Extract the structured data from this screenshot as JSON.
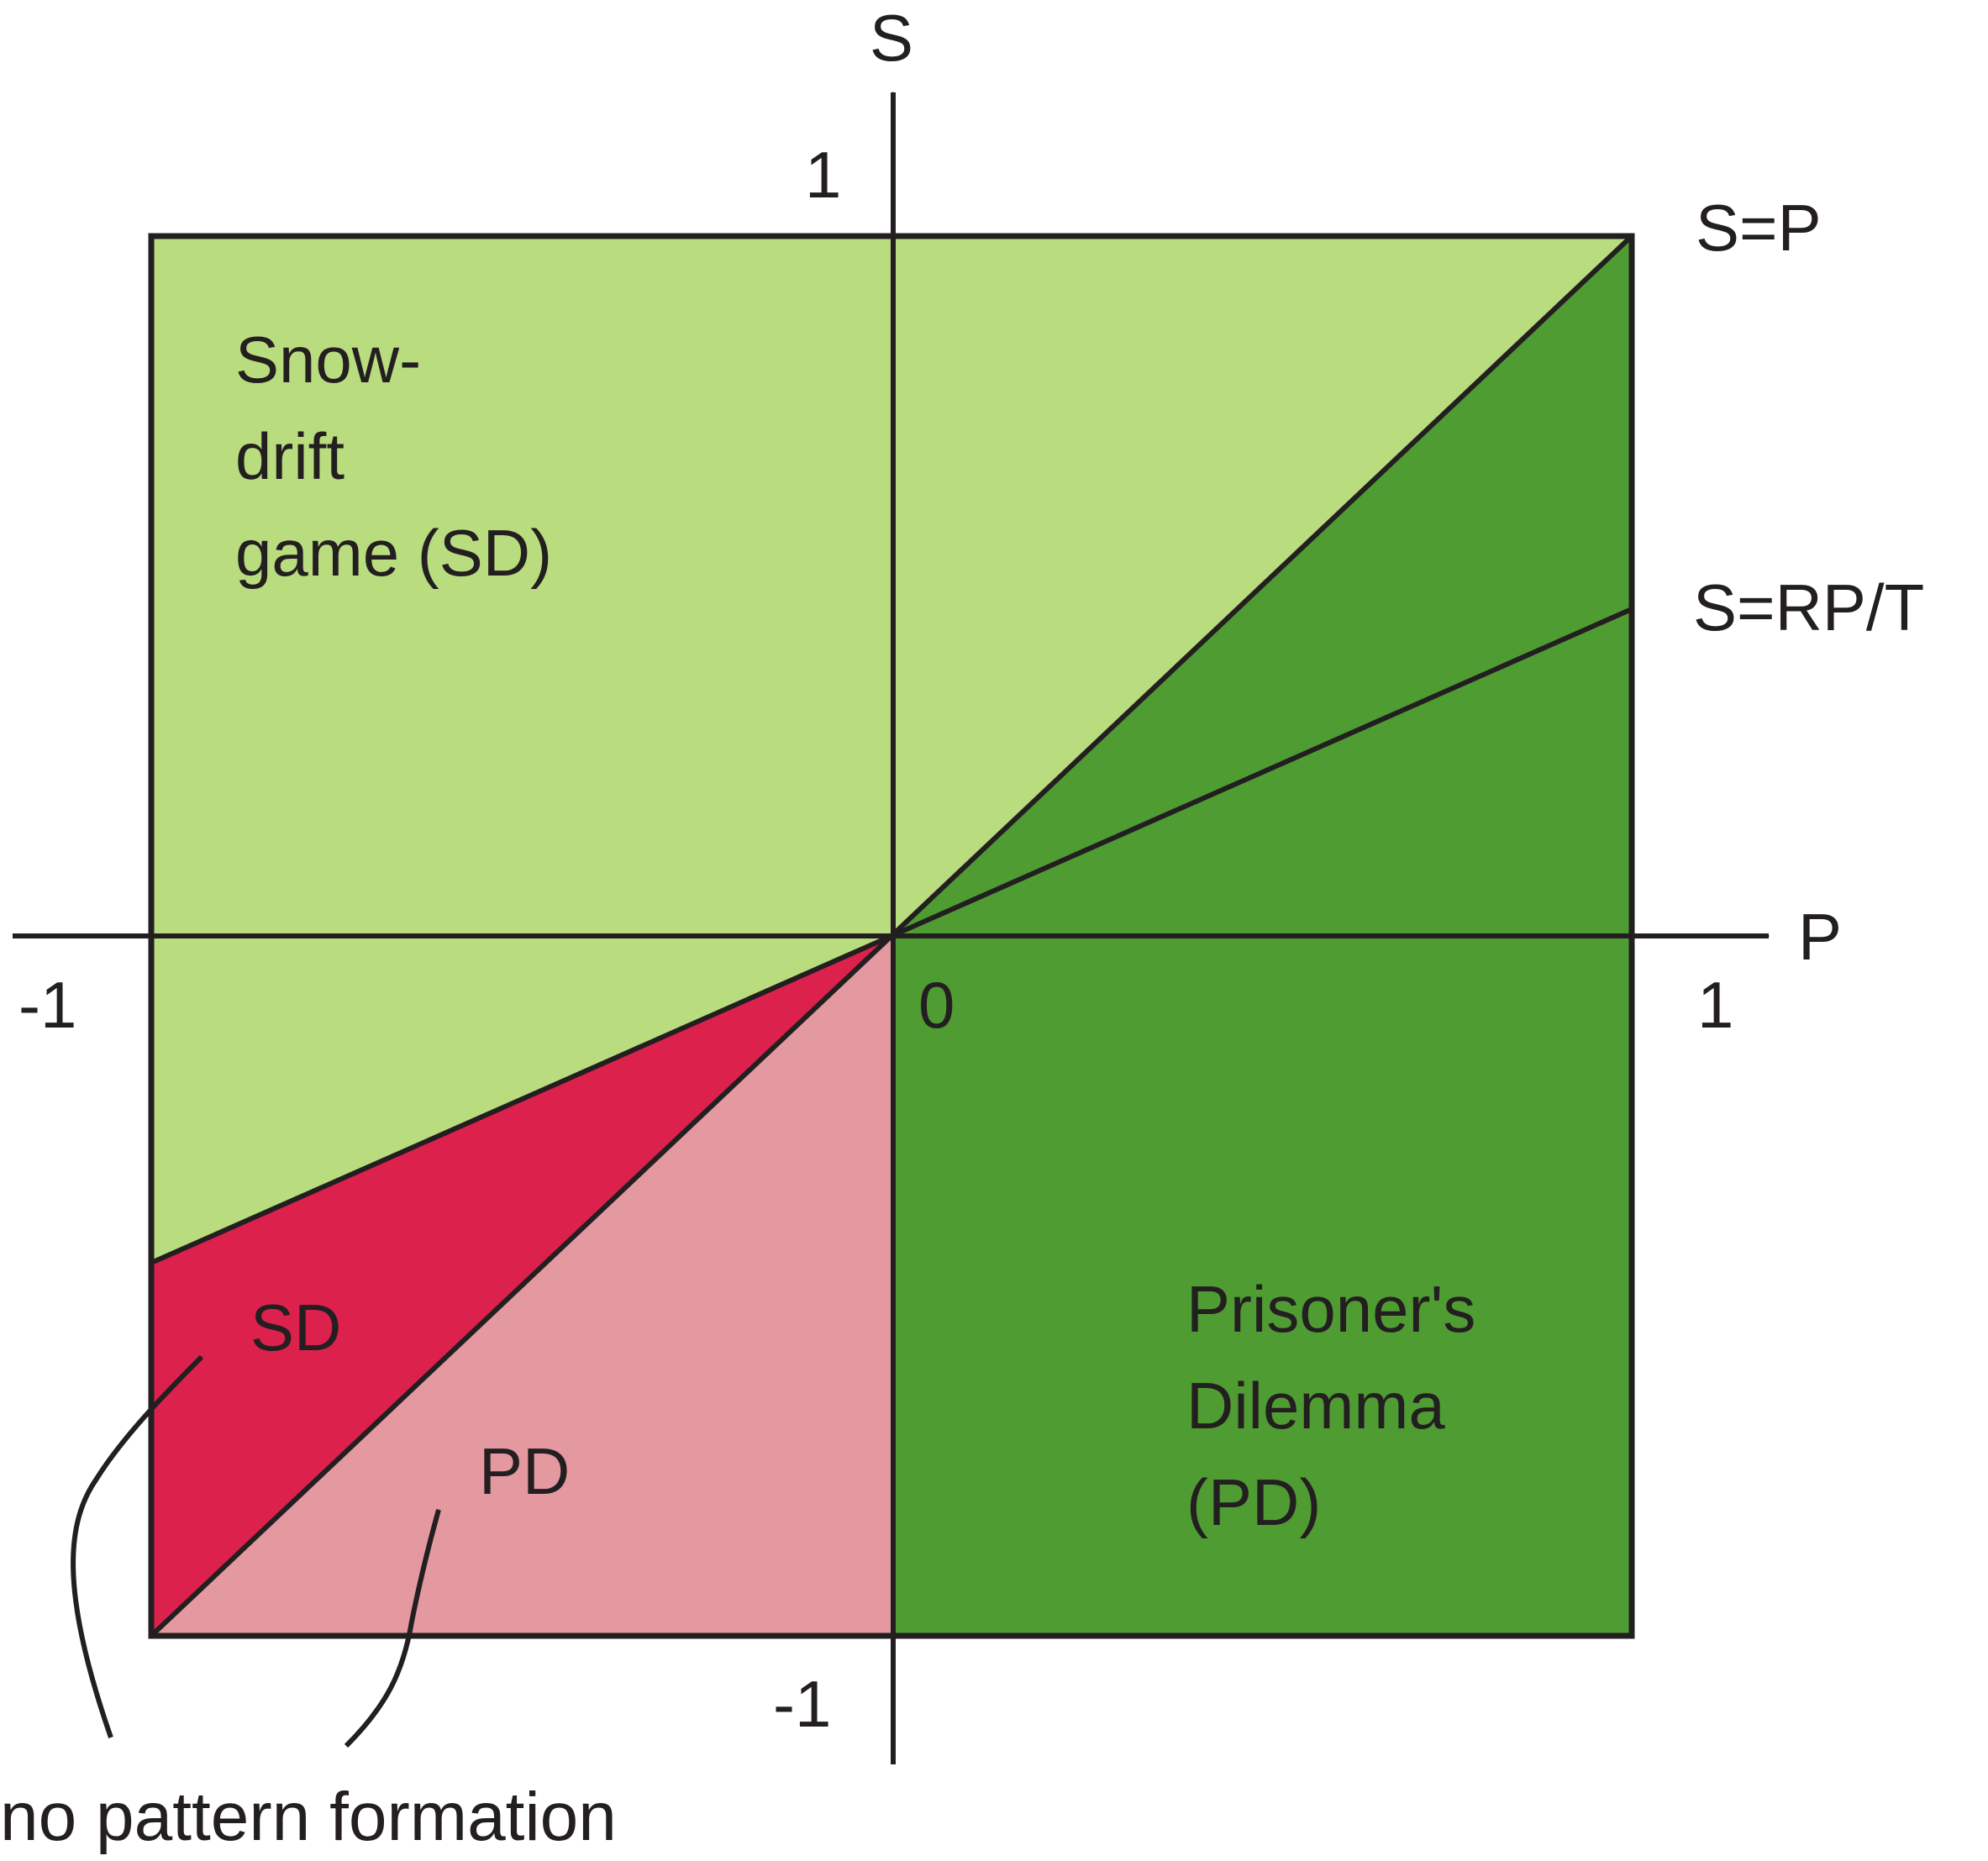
{
  "axes": {
    "x_label": "P",
    "y_label": "S",
    "x_range": [
      -1,
      1
    ],
    "y_range": [
      -1,
      1
    ]
  },
  "ticks": {
    "x_min": "-1",
    "x_max": "1",
    "origin": "0",
    "y_max": "1",
    "y_min": "-1"
  },
  "lines": [
    {
      "label": "S=P",
      "slope": 1
    },
    {
      "label": "S=RP/T",
      "slope": 0.44
    }
  ],
  "regions": {
    "snowdrift": {
      "lines": [
        "Snow-",
        "drift",
        "game (SD)"
      ],
      "color": "#b9dc7f"
    },
    "prisoners_dilemma": {
      "lines": [
        "Prisoner's",
        "Dilemma",
        "(PD)"
      ],
      "color": "#4f9c33"
    },
    "sd_no_pattern": {
      "label": "SD",
      "color": "#dc214d"
    },
    "pd_no_pattern": {
      "label": "PD",
      "color": "#e499a1"
    }
  },
  "annotation": {
    "text": "no pattern formation"
  },
  "colors": {
    "stroke": "#231f20",
    "background": "#ffffff"
  }
}
